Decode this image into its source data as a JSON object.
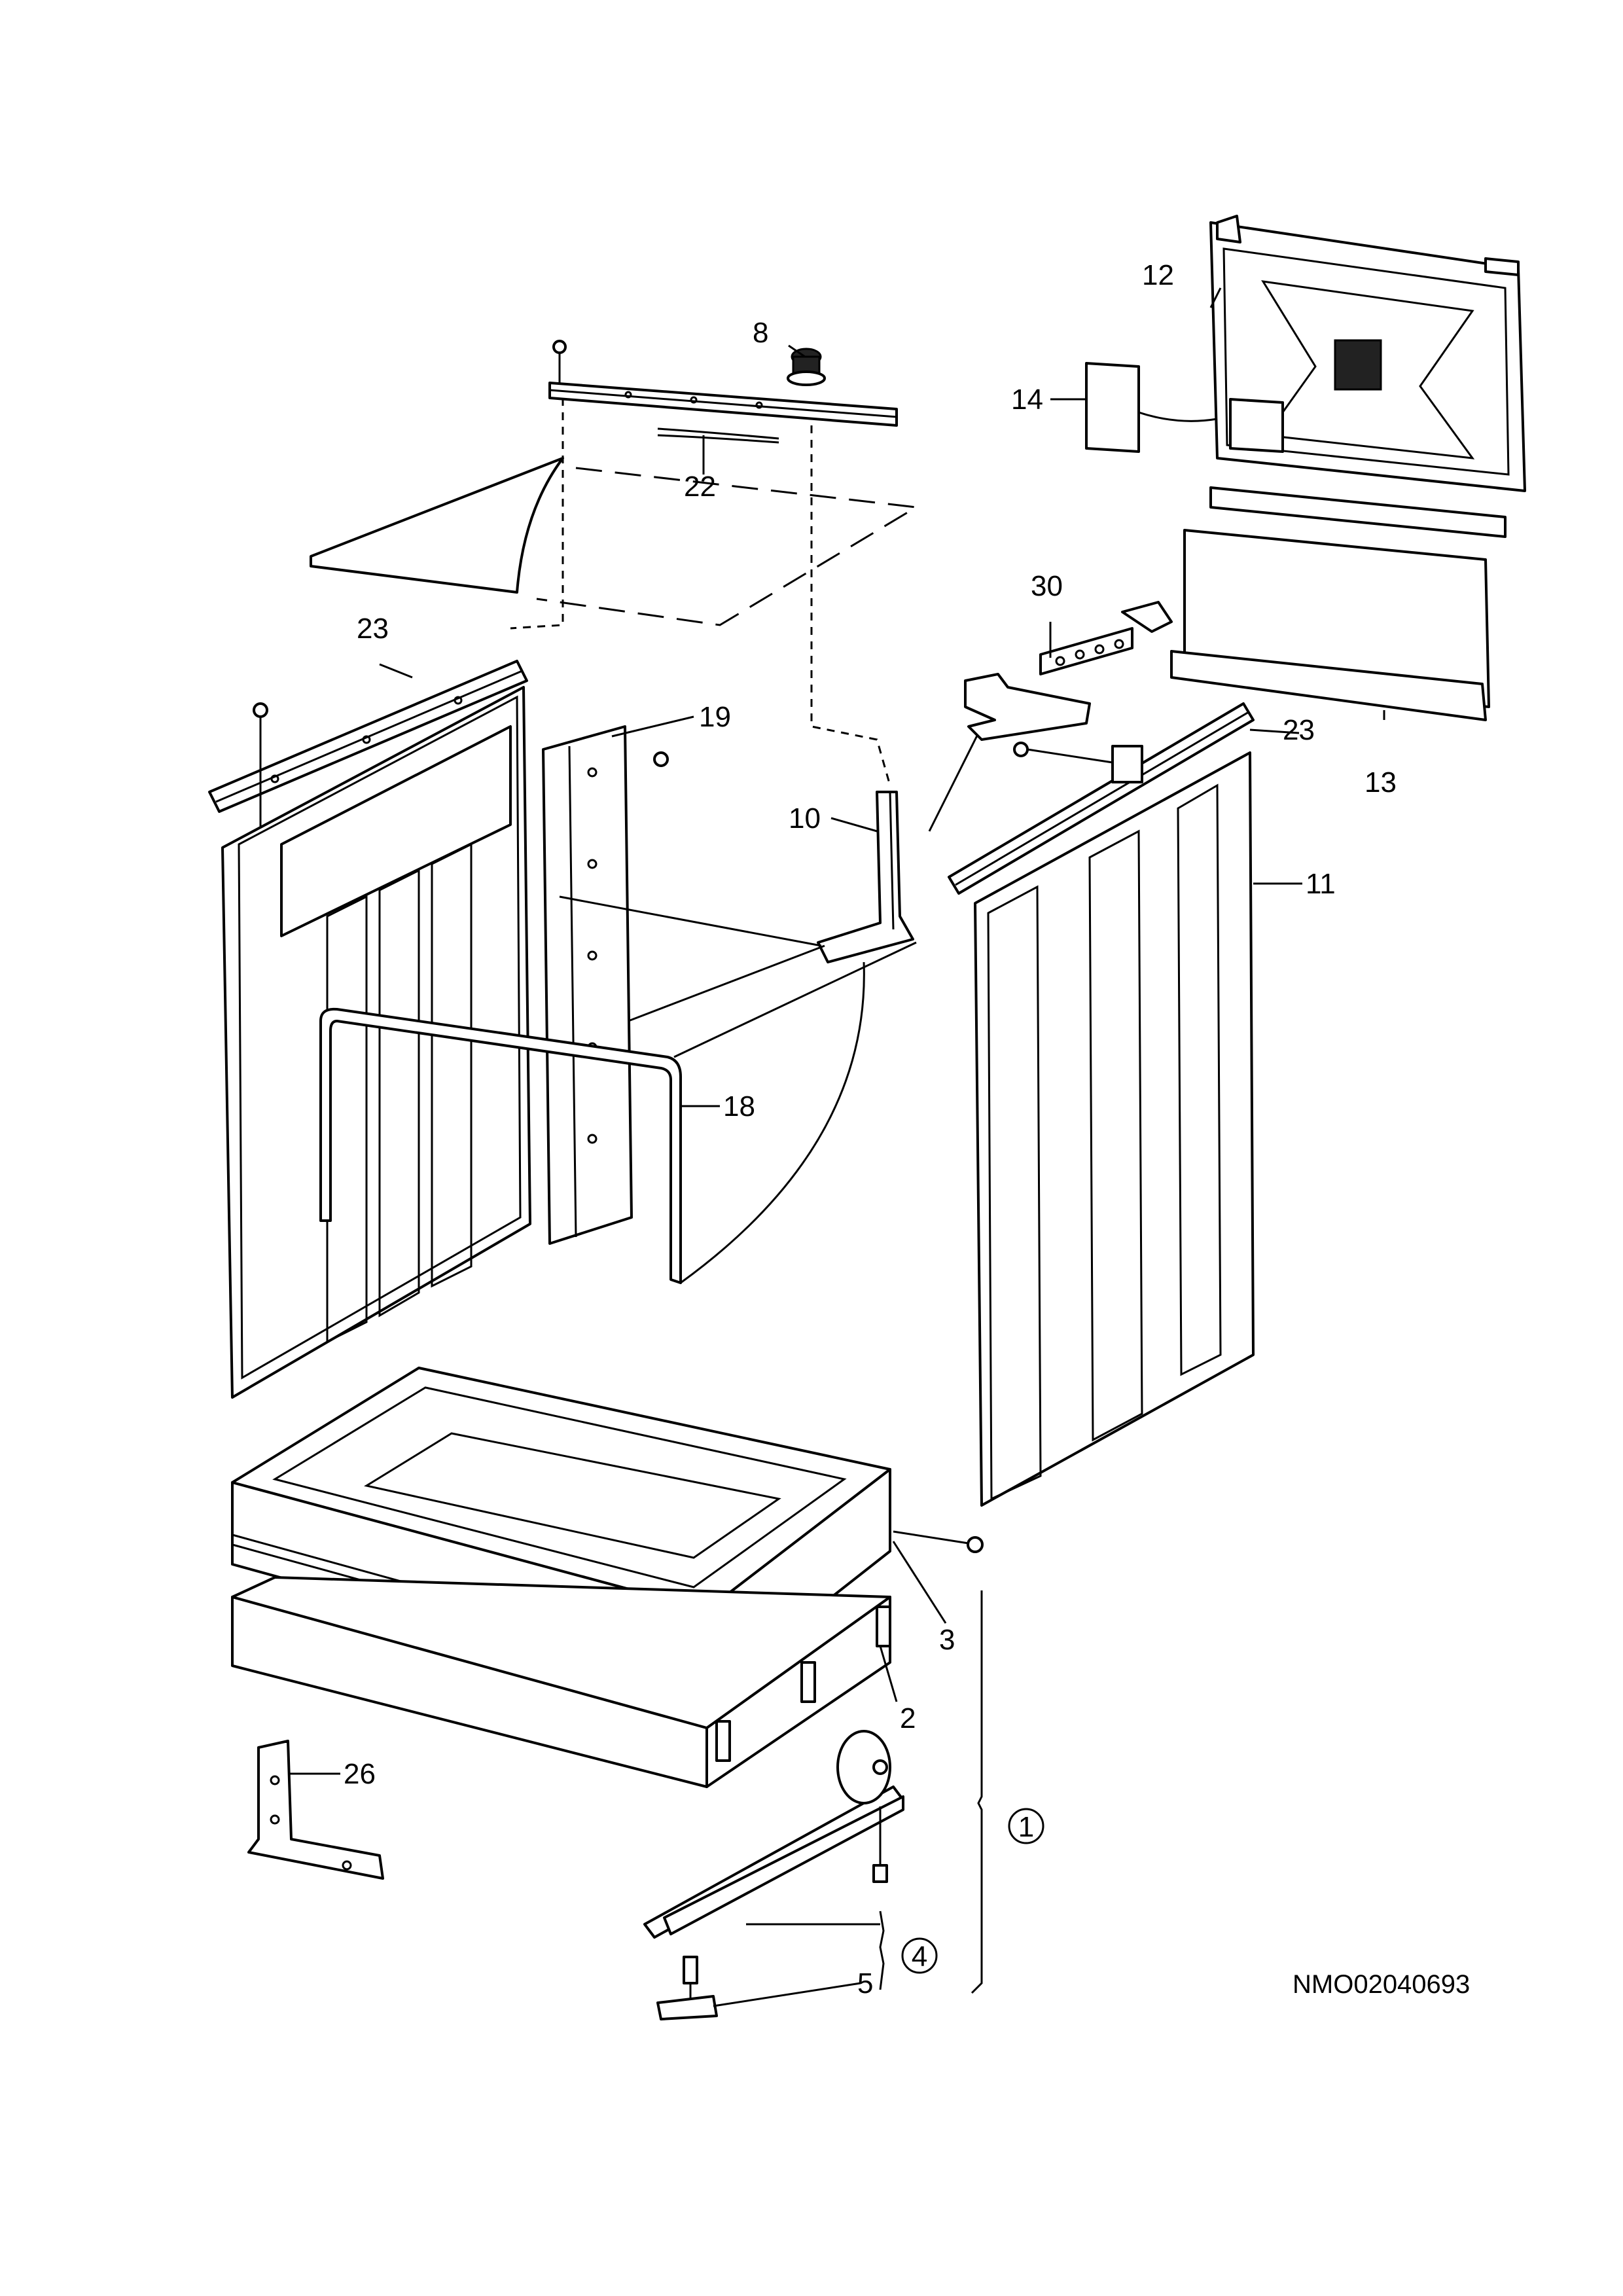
{
  "diagram": {
    "drawing_code": "NMO02040693",
    "callouts": {
      "c1": "1",
      "c2": "2",
      "c3": "3",
      "c4": "4",
      "c5": "5",
      "c8": "8",
      "c10": "10",
      "c11": "11",
      "c12": "12",
      "c13": "13",
      "c14": "14",
      "c18": "18",
      "c19": "19",
      "c22": "22",
      "c23a": "23",
      "c23b": "23",
      "c26": "26",
      "c30": "30"
    }
  }
}
